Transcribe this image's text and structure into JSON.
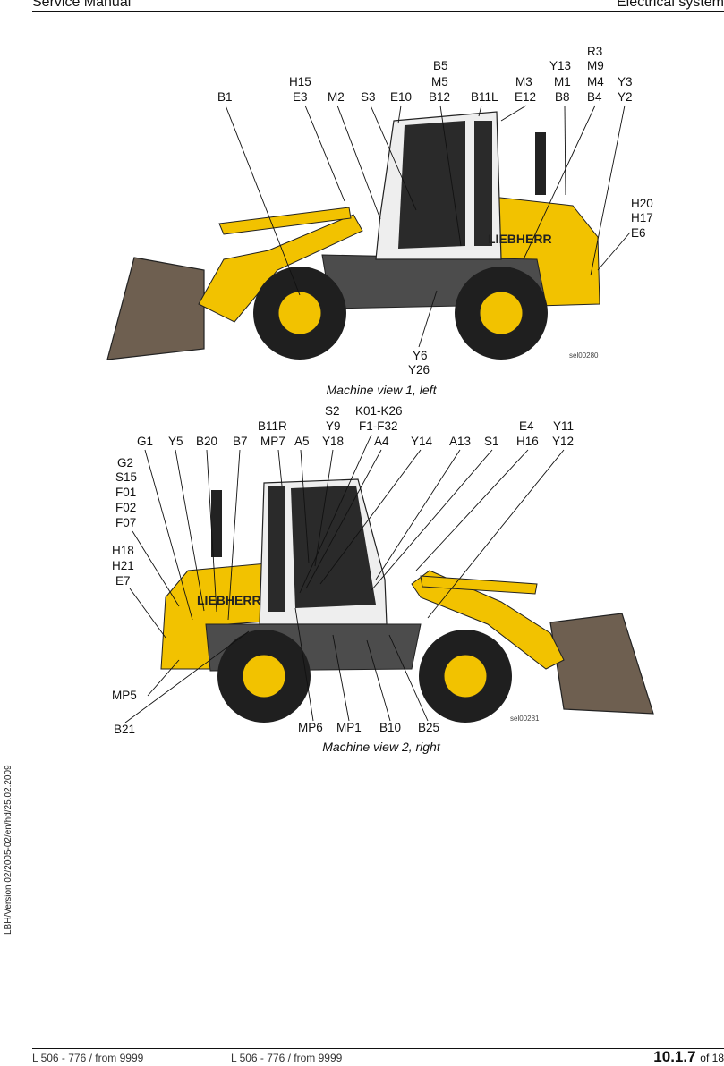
{
  "header": {
    "left": "Service Manual",
    "right": "Electrical system"
  },
  "side_note": "LBH/Version 02/2005-02/en/hd/25.02.2009",
  "view1": {
    "caption": "Machine view 1, left",
    "image_code": "sel00280",
    "logo": "LIEBHERR",
    "labels": [
      "R3",
      "Y13",
      "M9",
      "B5",
      "M3",
      "M1",
      "M4",
      "Y3",
      "H15",
      "M5",
      "E12",
      "B8",
      "B4",
      "Y2",
      "B1",
      "E3",
      "M2",
      "S3",
      "E10",
      "B12",
      "B11L",
      "H20",
      "H17",
      "E6",
      "Y6",
      "Y26"
    ]
  },
  "view2": {
    "caption": "Machine view 2, right",
    "image_code": "sel00281",
    "logo": "LIEBHERR",
    "labels": [
      "S2",
      "Y9",
      "K01-K26",
      "F1-F32",
      "B11R",
      "MP7",
      "A5",
      "Y18",
      "E4",
      "Y11",
      "G1",
      "Y5",
      "B20",
      "B7",
      "A4",
      "Y14",
      "A13",
      "S1",
      "H16",
      "Y12",
      "G2",
      "S15",
      "F01",
      "F02",
      "F07",
      "H18",
      "H21",
      "E7",
      "MP5",
      "B21",
      "MP6",
      "MP1",
      "B10",
      "B25"
    ]
  },
  "footer": {
    "left": "L 506 - 776 / from 9999",
    "mid": "L 506 - 776 / from 9999",
    "page": "10.1.7",
    "of": "of 18"
  }
}
